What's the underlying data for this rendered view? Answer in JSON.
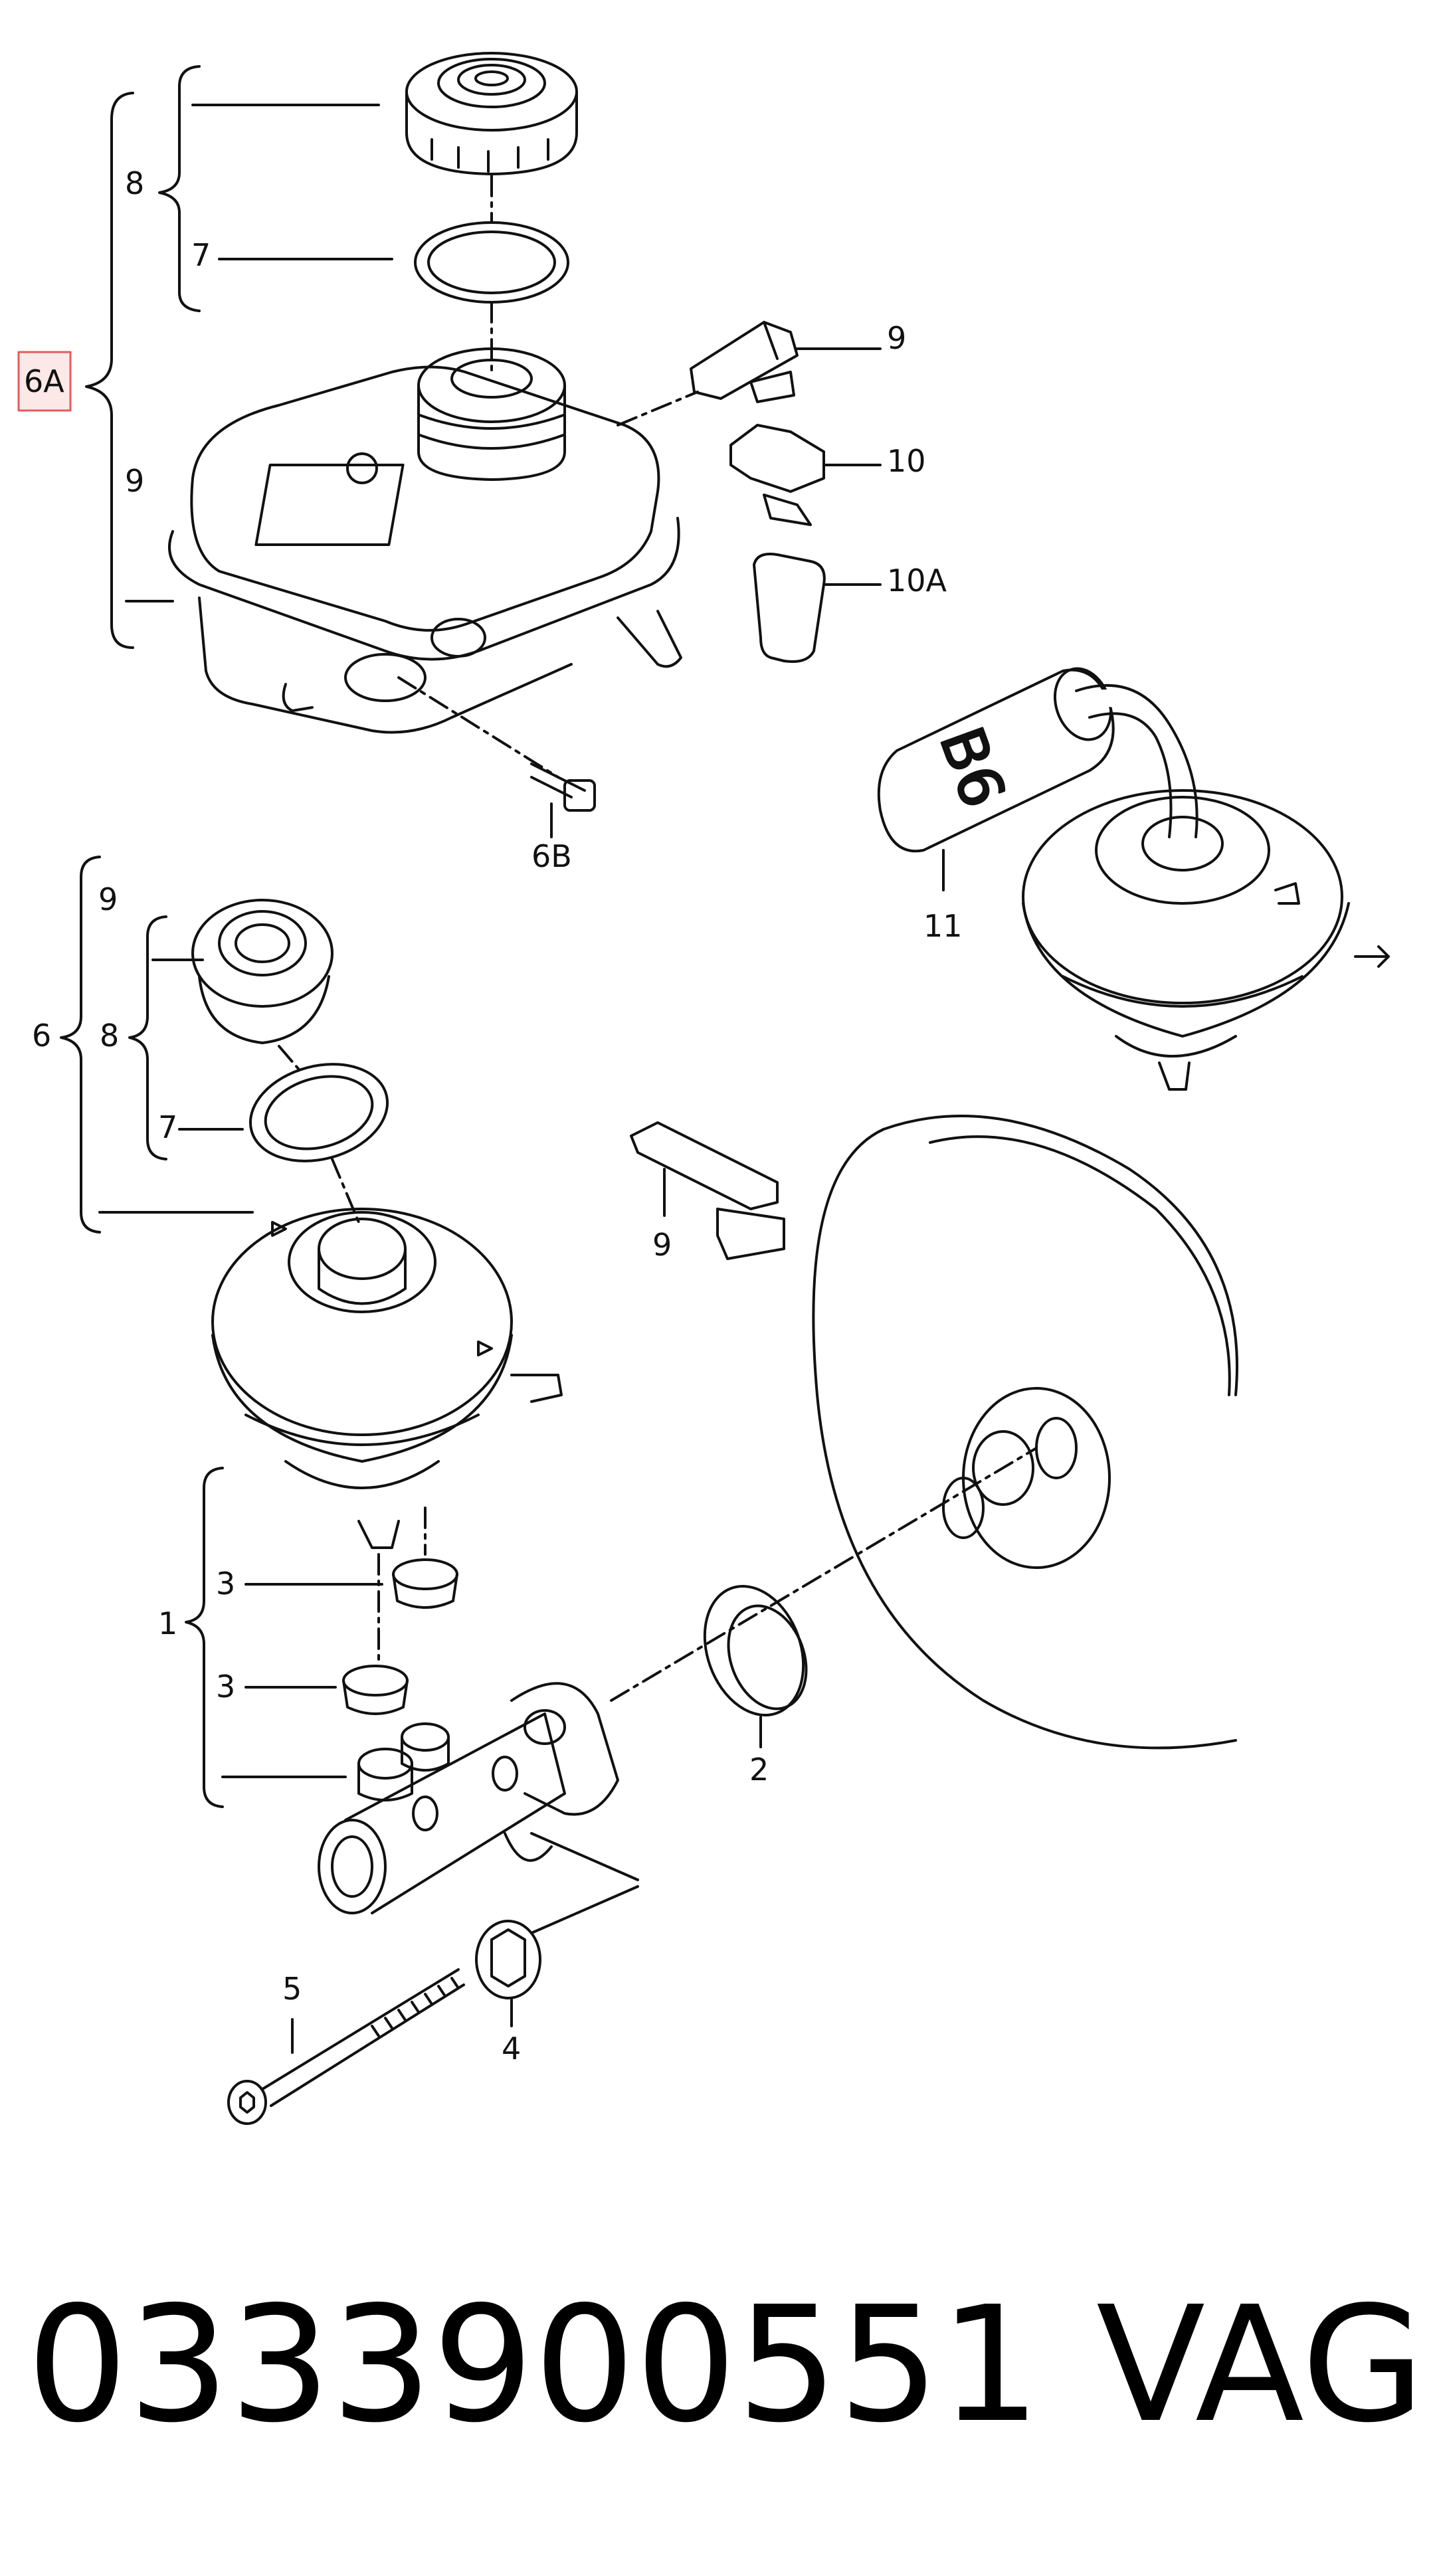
{
  "labels": {
    "top_6A": "6A",
    "top_8": "8",
    "top_7": "7",
    "top_9": "9",
    "top_9_connector": "9",
    "top_10": "10",
    "top_10A": "10A",
    "top_6B": "6B",
    "sensor_11": "11",
    "mid_6": "6",
    "mid_9": "9",
    "mid_8": "8",
    "mid_7": "7",
    "mid_9_connector": "9",
    "bot_1": "1",
    "bot_3a": "3",
    "bot_3b": "3",
    "bot_2": "2",
    "bot_4": "4",
    "bot_5": "5",
    "sensor_marking": "B6"
  },
  "footer": {
    "part_number": "0333900551",
    "brand": "VAG"
  },
  "colors": {
    "line": "#111111",
    "highlight_border": "#e25c5c",
    "highlight_fill": "#fde8e8"
  }
}
